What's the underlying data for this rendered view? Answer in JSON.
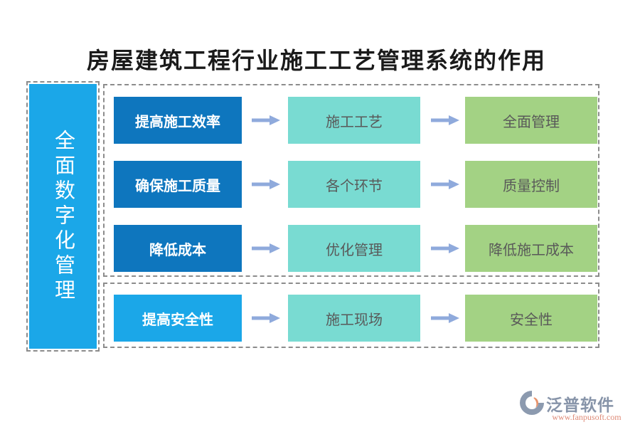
{
  "title": "房屋建筑工程行业施工工艺管理系统的作用",
  "side_banner": {
    "label": "全面数字化管理"
  },
  "flow": {
    "groups": [
      {
        "rows": [
          {
            "source": "提高施工效率",
            "process": "施工工艺",
            "result": "全面管理"
          },
          {
            "source": "确保施工质量",
            "process": "各个环节",
            "result": "质量控制"
          },
          {
            "source": "降低成本",
            "process": "优化管理",
            "result": "降低施工成本"
          }
        ]
      },
      {
        "rows": [
          {
            "source": "提高安全性",
            "process": "施工现场",
            "result": "安全性"
          }
        ]
      }
    ]
  },
  "colors": {
    "title_text": "#1a1a1a",
    "side_banner_bg": "#1BA7E8",
    "source_box_bg": "#0E76BE",
    "source_box_alt_bg": "#1BA7E8",
    "process_box_bg": "#79DBD2",
    "result_box_bg": "#A3D284",
    "arrow": "#8FAADC",
    "box_text": "#595959",
    "dashed_border": "#8C8C8C"
  },
  "watermark": {
    "brand": "泛普软件",
    "url": "www.fanpusoft.com"
  }
}
